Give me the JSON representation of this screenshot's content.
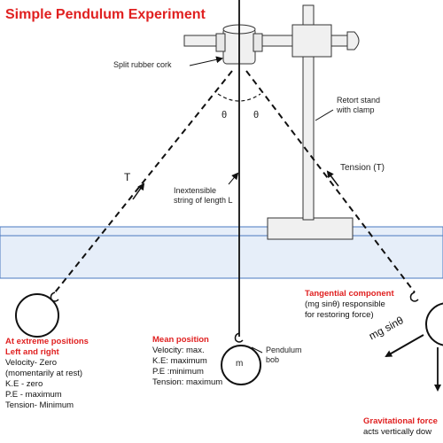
{
  "title": "Simple Pendulum Experiment",
  "labels": {
    "cork": "Split rubber cork",
    "stand_line1": "Retort stand",
    "stand_line2": "with clamp",
    "tension_right": "Tension (T)",
    "tension_left": "T",
    "theta_left": "θ",
    "theta_right": "θ",
    "string_line1": "Inextensible",
    "string_line2": "string of length L",
    "bob_letter": "m",
    "bob_label_line1": "Pendulum",
    "bob_label_line2": "bob",
    "mg_sin": "mg sinθ"
  },
  "left_block": {
    "heading_line1": "At extreme positions",
    "heading_line2": "Left and right",
    "lines": [
      "Velocity- Zero",
      "(momentarily at rest)",
      "K.E -  zero",
      "P.E - maximum",
      "Tension- Minimum"
    ]
  },
  "middle_block": {
    "heading": "Mean position",
    "lines": [
      "Velocity: max.",
      "K.E: maximum",
      "P.E :minimum",
      "Tension:  maximum"
    ]
  },
  "tangential_block": {
    "heading": "Tangential component",
    "lines": [
      "(mg sinθ) responsible",
      "for restoring force)"
    ]
  },
  "gravity_block": {
    "heading": "Gravitational force",
    "line": "acts vertically dow"
  },
  "colors": {
    "accent_red": "#e02020",
    "bench_fill": "#e6eef9",
    "bench_stroke": "#4a78c0",
    "apparatus_fill": "#f0f0f0",
    "line_dark": "#111111"
  }
}
